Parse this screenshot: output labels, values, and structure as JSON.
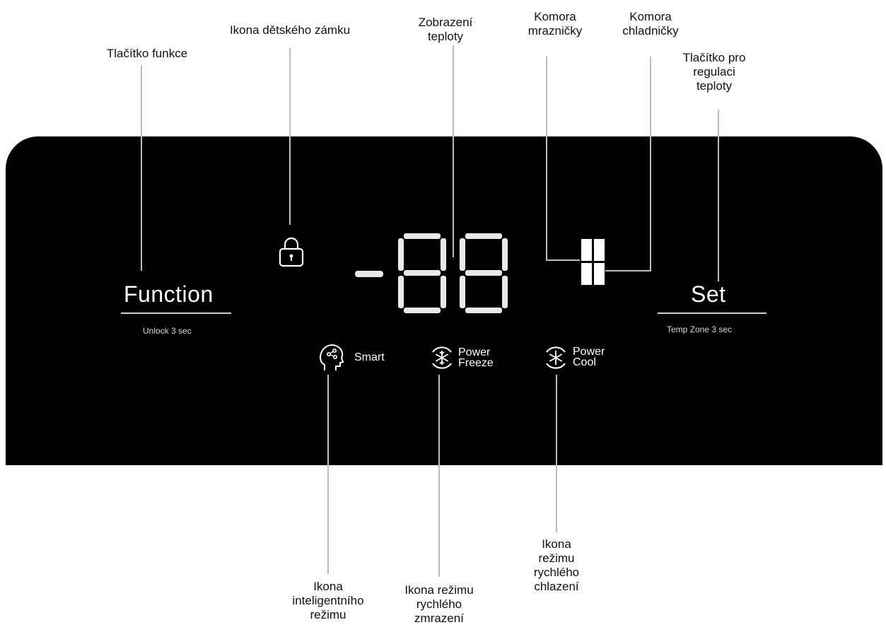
{
  "callouts": {
    "function_button": "Tlačítko funkce",
    "child_lock_icon": "Ikona dětského zámku",
    "temperature_display": "Zobrazení\nteploty",
    "freezer_compartment": "Komora\nmrazničky",
    "fridge_compartment": "Komora\nchladničky",
    "temp_control_button": "Tlačítko pro\nregulaci\nteploty",
    "smart_mode_icon": "Ikona\ninteligentního\nrežimu",
    "power_freeze_icon": "Ikona režimu\nrychlého\nzmrazení",
    "power_cool_icon": "Ikona\nrežimu\nrychlého\nchlazení"
  },
  "panel": {
    "function_label": "Function",
    "function_sub": "Unlock 3 sec",
    "set_label": "Set",
    "set_sub": "Temp Zone 3 sec",
    "smart_label": "Smart",
    "power_freeze_label": "Power\nFreeze",
    "power_cool_label": "Power\nCool"
  },
  "colors": {
    "panel_background": "#000000",
    "panel_text": "#ffffff",
    "leader_lines": "#bdbdbd"
  },
  "icons": [
    "lock-icon",
    "seven-segment-display",
    "compartment-indicator-icon",
    "smart-head-icon",
    "snowflake-icon",
    "power-cool-icon"
  ]
}
